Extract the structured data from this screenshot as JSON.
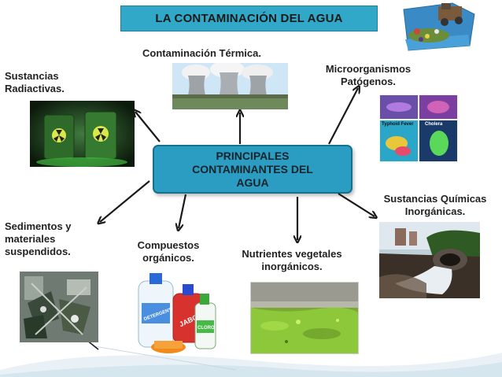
{
  "title": "LA CONTAMINACIÓN DEL AGUA",
  "center": "PRINCIPALES\nCONTAMINANTES DEL\nAGUA",
  "nodes": {
    "termica": "Contaminación Térmica.",
    "radiactivas": "Sustancias\nRadiactivas.",
    "microorganismos": "Microorganismos\nPatógenos.",
    "quimicas": "Sustancias Químicas\nInorgánicas.",
    "sedimentos": "Sedimentos y\nmateriales\nsuspendidos.",
    "compuestos": "Compuestos\norgánicos.",
    "nutrientes": "Nutrientes vegetales\ninorgánicos."
  },
  "image_text": {
    "bacteria_1": "Typhoid Fever",
    "bacteria_2": "Cholera",
    "bottle_1": "DETERGENTE",
    "bottle_2": "JABON",
    "bottle_3": "CLORO"
  },
  "colors": {
    "accent": "#32a8c8",
    "center_box": "#2b9cc2",
    "arrow": "#1a1a1a"
  }
}
